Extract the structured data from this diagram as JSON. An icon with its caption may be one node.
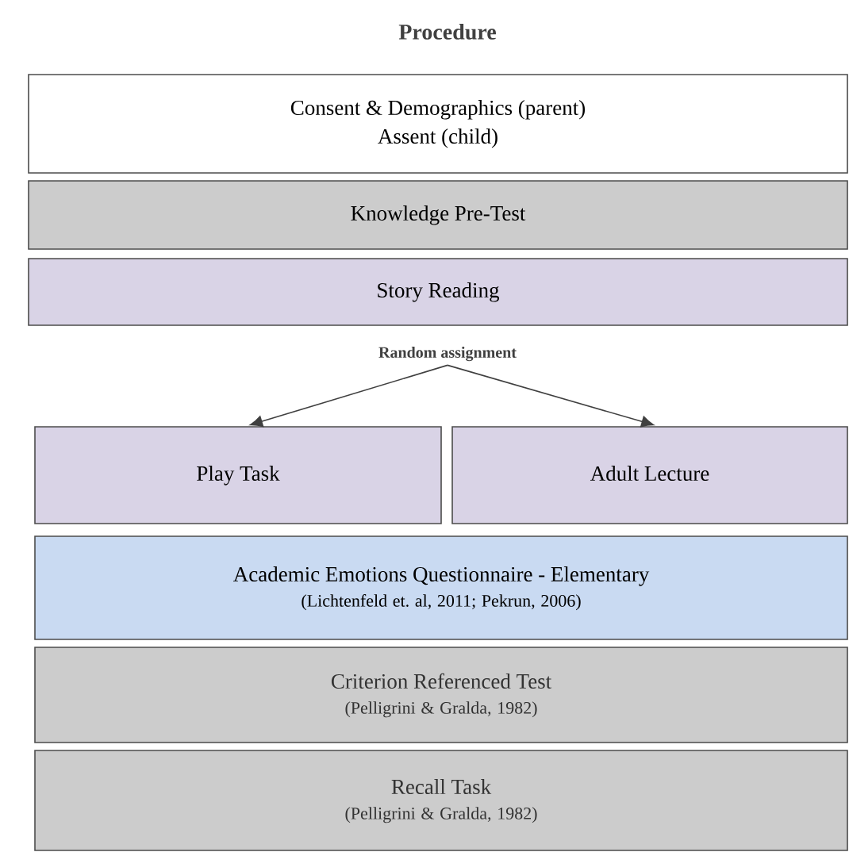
{
  "diagram": {
    "title": "Procedure",
    "nodes": [
      {
        "text": [
          "Consent & Demographics (parent)",
          "Assent (child)"
        ]
      },
      {
        "text": [
          "Knowledge Pre-Test"
        ]
      },
      {
        "text": [
          "Story Reading"
        ]
      },
      {
        "text": [
          "Random assignment"
        ]
      },
      {
        "text": [
          "Play Task"
        ]
      },
      {
        "text": [
          "Adult Lecture"
        ]
      },
      {
        "text": [
          "Academic Emotions Questionnaire - Elementary",
          "(Lichtenfeld et. al, 2011; Pekrun, 2006)"
        ]
      },
      {
        "text": [
          "Criterion Referenced Test",
          "(Pelligrini & Gralda, 1982)"
        ]
      },
      {
        "text": [
          "Recall Task",
          "(Pelligrini & Gralda, 1982)"
        ]
      }
    ],
    "edges": [
      {
        "from": 3,
        "to": 4,
        "arrow": "to"
      },
      {
        "from": 3,
        "to": 5,
        "arrow": "to"
      }
    ]
  }
}
